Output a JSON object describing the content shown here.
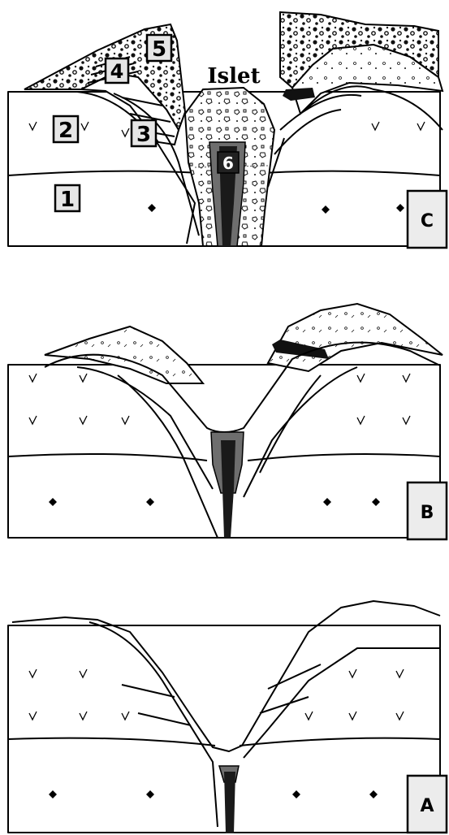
{
  "panels": {
    "c": {
      "label": "C",
      "top_label": "Islet",
      "units": [
        {
          "number": "1"
        },
        {
          "number": "2"
        },
        {
          "number": "3"
        },
        {
          "number": "4"
        },
        {
          "number": "5"
        },
        {
          "number": "6"
        }
      ]
    },
    "b": {
      "label": "B"
    },
    "a": {
      "label": "A"
    }
  },
  "colors": {
    "background": "#ffffff",
    "line": "#000000",
    "conduit_dark": "#1a1a1a",
    "conduit_grey": "#6e6e6e",
    "label_box": "#ececec"
  }
}
